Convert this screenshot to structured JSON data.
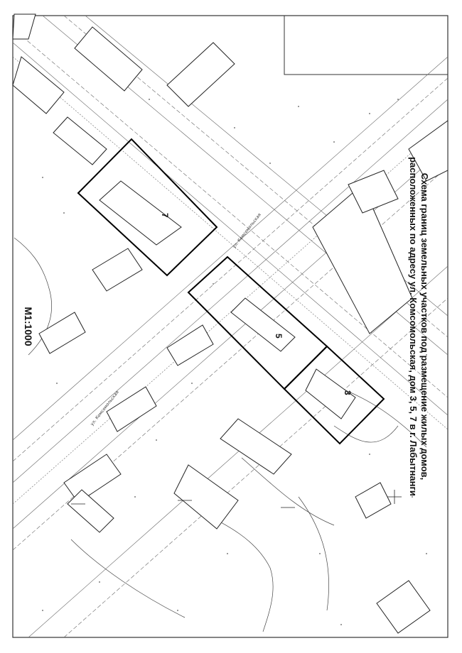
{
  "title": {
    "line1": "Схема границ земельных участков под размещение жилых домов,",
    "line2": "расположенных по адресу ул. Комсомольская, дом 3, 5, 7 в г. Лабытнанги"
  },
  "scale": "М1:1000",
  "plots": [
    {
      "id": "plot-7",
      "number": "7"
    },
    {
      "id": "plot-5",
      "number": "5"
    },
    {
      "id": "plot-3",
      "number": "3"
    }
  ],
  "street_labels": [
    "ул. Комсомольская",
    "ул. Комсомольская"
  ],
  "colors": {
    "ink": "#111111",
    "line": "#555555",
    "faint": "#8a8a8a",
    "paper": "#ffffff"
  }
}
